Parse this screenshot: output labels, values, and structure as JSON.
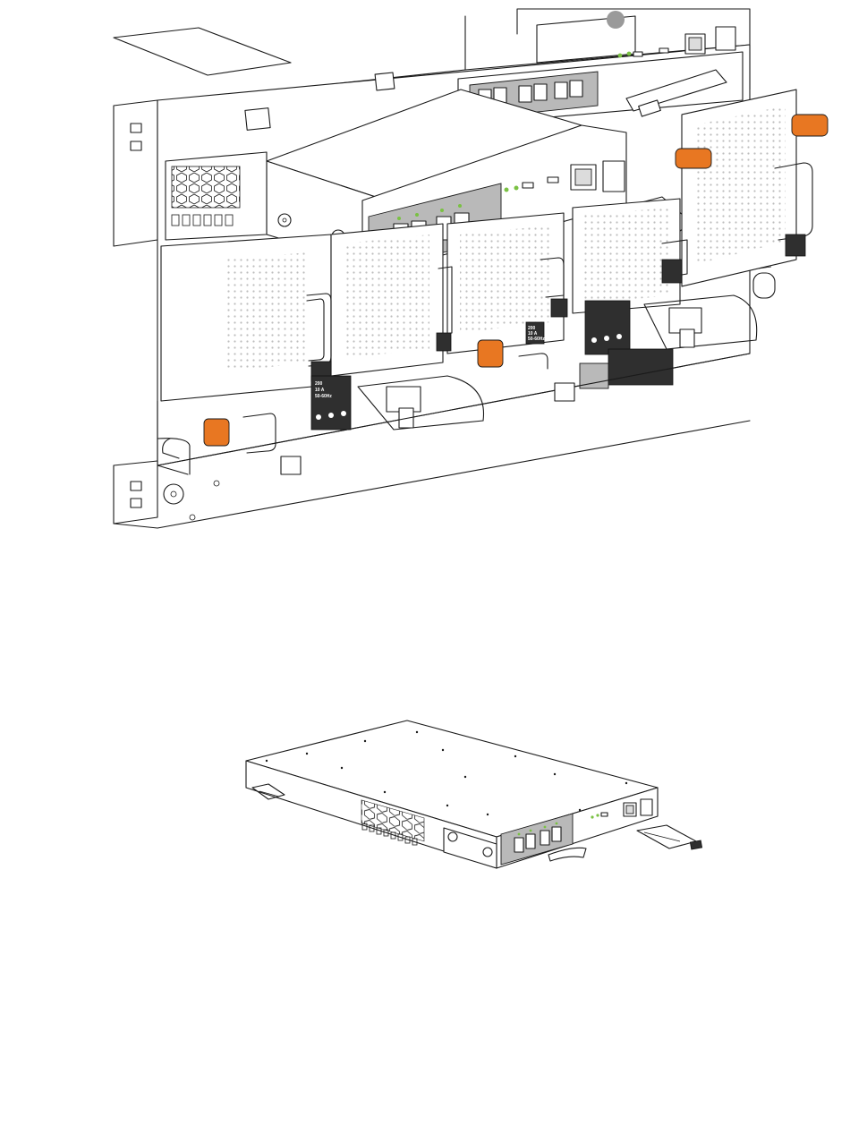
{
  "colors": {
    "line": "#1a1a1a",
    "release_tab": "#e87722",
    "panel_gray": "#b9b9b9",
    "status_led": "#7ac143",
    "label_dark": "#2f2f2f"
  },
  "icons": [
    "vent-grille",
    "sfp-port",
    "ethernet-port",
    "usb-port",
    "release-tab",
    "handle",
    "cable-tie",
    "ground-symbol"
  ],
  "psu_label": {
    "line1": "200",
    "line2": "10 A",
    "line3": "50-60Hz"
  }
}
